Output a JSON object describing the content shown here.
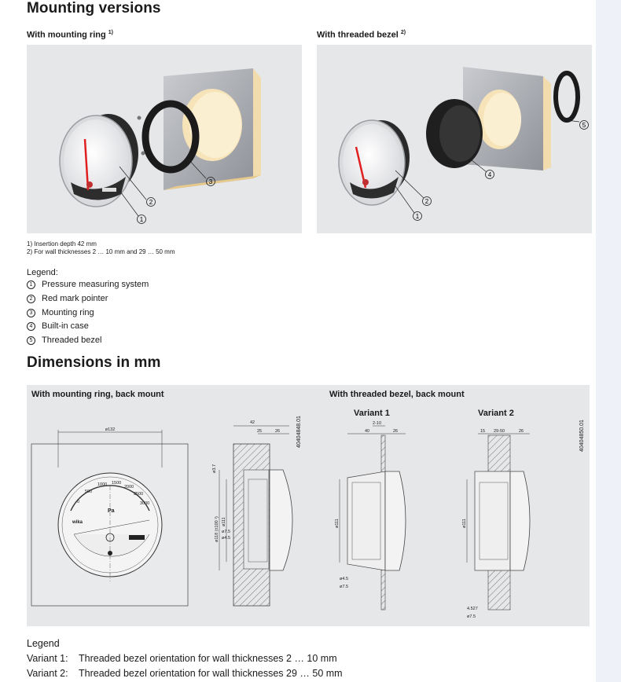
{
  "mounting": {
    "title": "Mounting versions",
    "left_heading": "With mounting ring",
    "left_sup": "1)",
    "right_heading": "With threaded bezel",
    "right_sup": "2)",
    "footnote_1": "1) Insertion depth 42 mm",
    "footnote_2": "2) For wall thicknesses 2 … 10 mm and 29 … 50 mm",
    "callouts_left": [
      "①",
      "②",
      "③"
    ],
    "callouts_right": [
      "①",
      "②",
      "④",
      "⑤"
    ]
  },
  "legend": {
    "title": "Legend:",
    "items": [
      {
        "num": "1",
        "label": "Pressure measuring system"
      },
      {
        "num": "2",
        "label": "Red mark pointer"
      },
      {
        "num": "3",
        "label": "Mounting ring"
      },
      {
        "num": "4",
        "label": "Built-in case"
      },
      {
        "num": "5",
        "label": "Threaded bezel"
      }
    ]
  },
  "dimensions": {
    "title": "Dimensions in mm",
    "left_heading": "With mounting ring, back mount",
    "right_heading": "With threaded bezel, back mount",
    "variant_1": "Variant 1",
    "variant_2": "Variant 2",
    "drawing_no_left": "40404848.01",
    "drawing_no_right": "40404850.01",
    "dims_left": {
      "width": "ø132",
      "d42": "42",
      "d25": "25",
      "d26": "26",
      "d37": "ø3.7",
      "d118": "ø118 (±100 ¹)",
      "d111": "ø111",
      "d75": "ø7.5",
      "d45": "ø4.5"
    },
    "dims_v1": {
      "d210": "2-10",
      "d40": "40",
      "d26": "26",
      "d111": "ø111",
      "d45": "ø4.5",
      "d75": "ø7.5"
    },
    "dims_v2": {
      "d15": "15",
      "d2950": "29-50",
      "d26": "26",
      "d111": "ø111",
      "d4527": "4.527",
      "d75": "ø7.5"
    },
    "gauge_scale": [
      "0",
      "500",
      "1000",
      "1500",
      "2000",
      "2500",
      "3000"
    ],
    "gauge_unit": "Pa",
    "gauge_brand": "wika"
  },
  "bottom_legend": {
    "title": "Legend",
    "rows": [
      {
        "label": "Variant 1:",
        "text": "Threaded bezel orientation for wall thicknesses 2 … 10 mm"
      },
      {
        "label": "Variant 2:",
        "text": "Threaded bezel orientation for wall thicknesses 29 … 50 mm"
      }
    ]
  },
  "colors": {
    "panel": "#e6e7e9",
    "pointer": "#e02020",
    "wood": "#f2dcae",
    "steel": "#a9acb2"
  }
}
